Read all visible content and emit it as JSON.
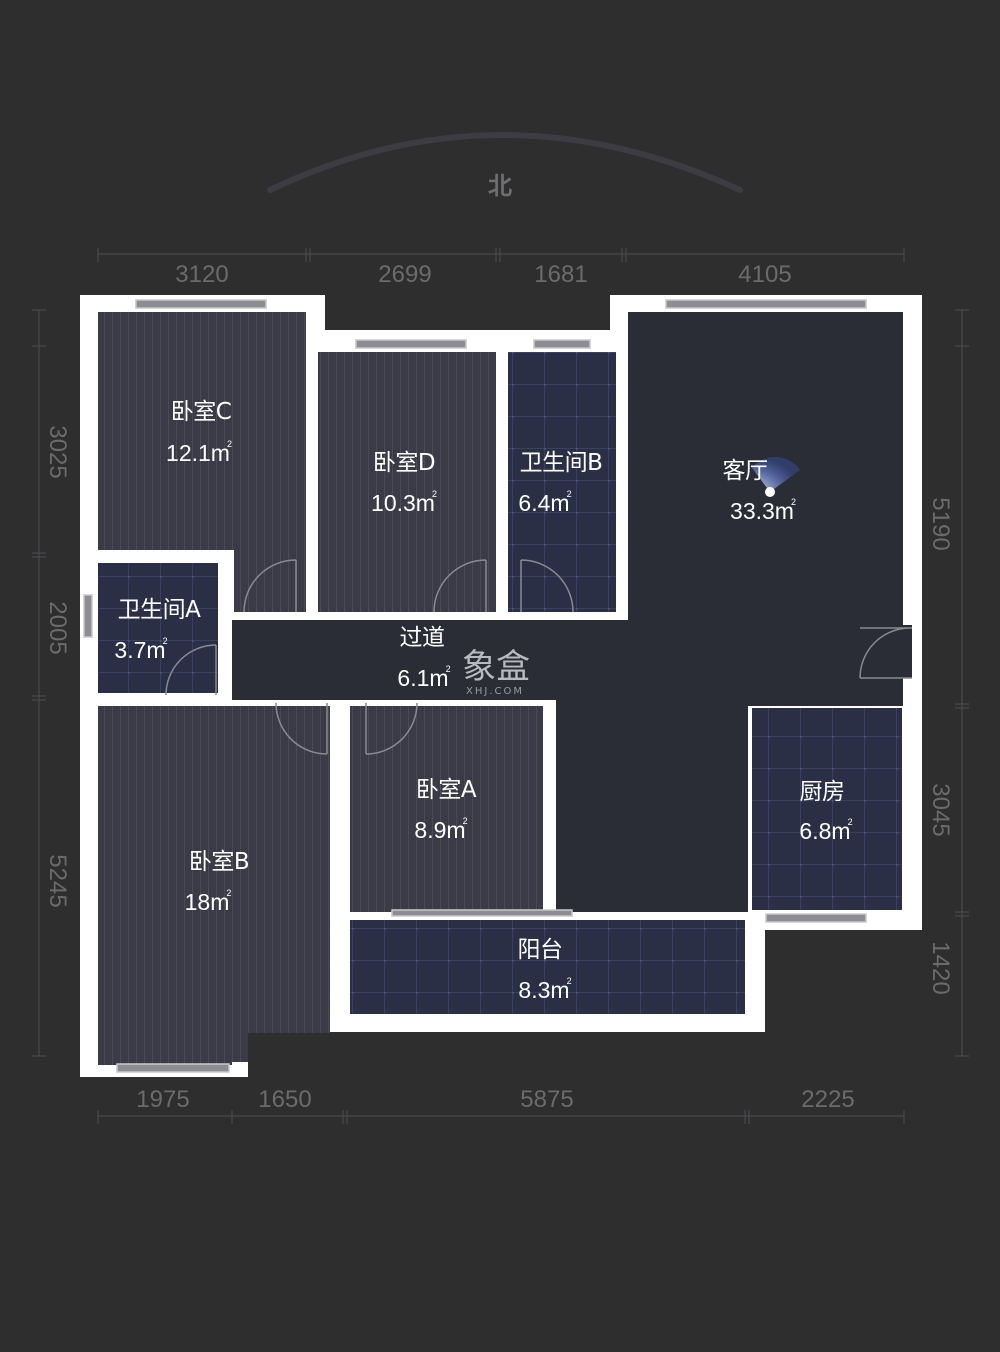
{
  "compass": {
    "label": "北"
  },
  "watermark": {
    "brand": "象盒",
    "domain": "XHJ.COM"
  },
  "colors": {
    "background": "#2e2e2f",
    "wall": "#ffffff",
    "wood_floor": "#3b3b48",
    "tile_floor": "#2a2f45",
    "plain_floor": "#2a2c36",
    "dimension_text": "#6b6b6d",
    "label_text": "#ffffff"
  },
  "dimensions": {
    "top": [
      "3120",
      "2699",
      "1681",
      "4105"
    ],
    "bottom": [
      "1975",
      "1650",
      "5875",
      "2225"
    ],
    "left": [
      "3025",
      "2005",
      "5245"
    ],
    "right": [
      "5190",
      "3045",
      "1420"
    ]
  },
  "rooms": {
    "bedroom_c": {
      "name": "卧室C",
      "area": "12.1m",
      "unit_sup": "2"
    },
    "bedroom_d": {
      "name": "卧室D",
      "area": "10.3m",
      "unit_sup": "2"
    },
    "bathroom_b": {
      "name": "卫生间B",
      "area": "6.4m",
      "unit_sup": "2"
    },
    "living_room": {
      "name": "客厅",
      "area": "33.3m",
      "unit_sup": "2"
    },
    "bathroom_a": {
      "name": "卫生间A",
      "area": "3.7m",
      "unit_sup": "2"
    },
    "corridor": {
      "name": "过道",
      "area": "6.1m",
      "unit_sup": "2"
    },
    "bedroom_a": {
      "name": "卧室A",
      "area": "8.9m",
      "unit_sup": "2"
    },
    "bedroom_b": {
      "name": "卧室B",
      "area": "18m",
      "unit_sup": "2"
    },
    "kitchen": {
      "name": "厨房",
      "area": "6.8m",
      "unit_sup": "2"
    },
    "balcony": {
      "name": "阳台",
      "area": "8.3m",
      "unit_sup": "2"
    }
  }
}
